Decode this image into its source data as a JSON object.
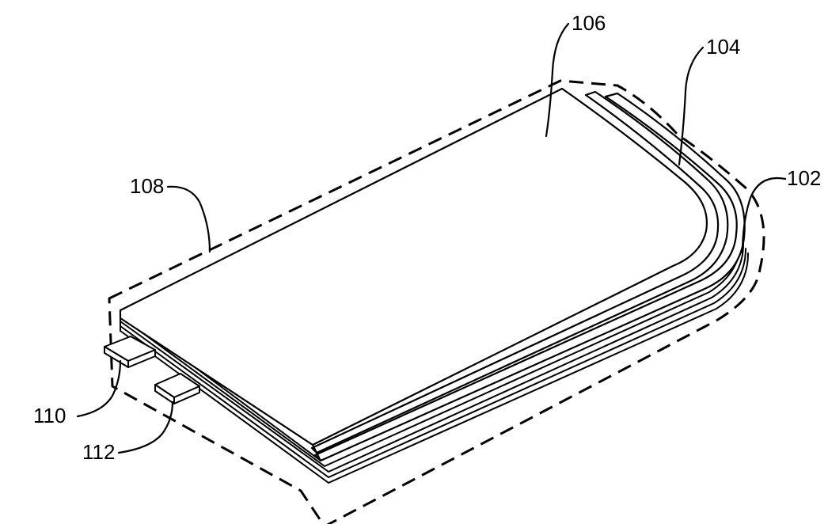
{
  "figure": {
    "labels": {
      "l102": "102",
      "l104": "104",
      "l106": "106",
      "l108": "108",
      "l110": "110",
      "l112": "112"
    },
    "line_color": "#000000",
    "background": "#ffffff"
  }
}
